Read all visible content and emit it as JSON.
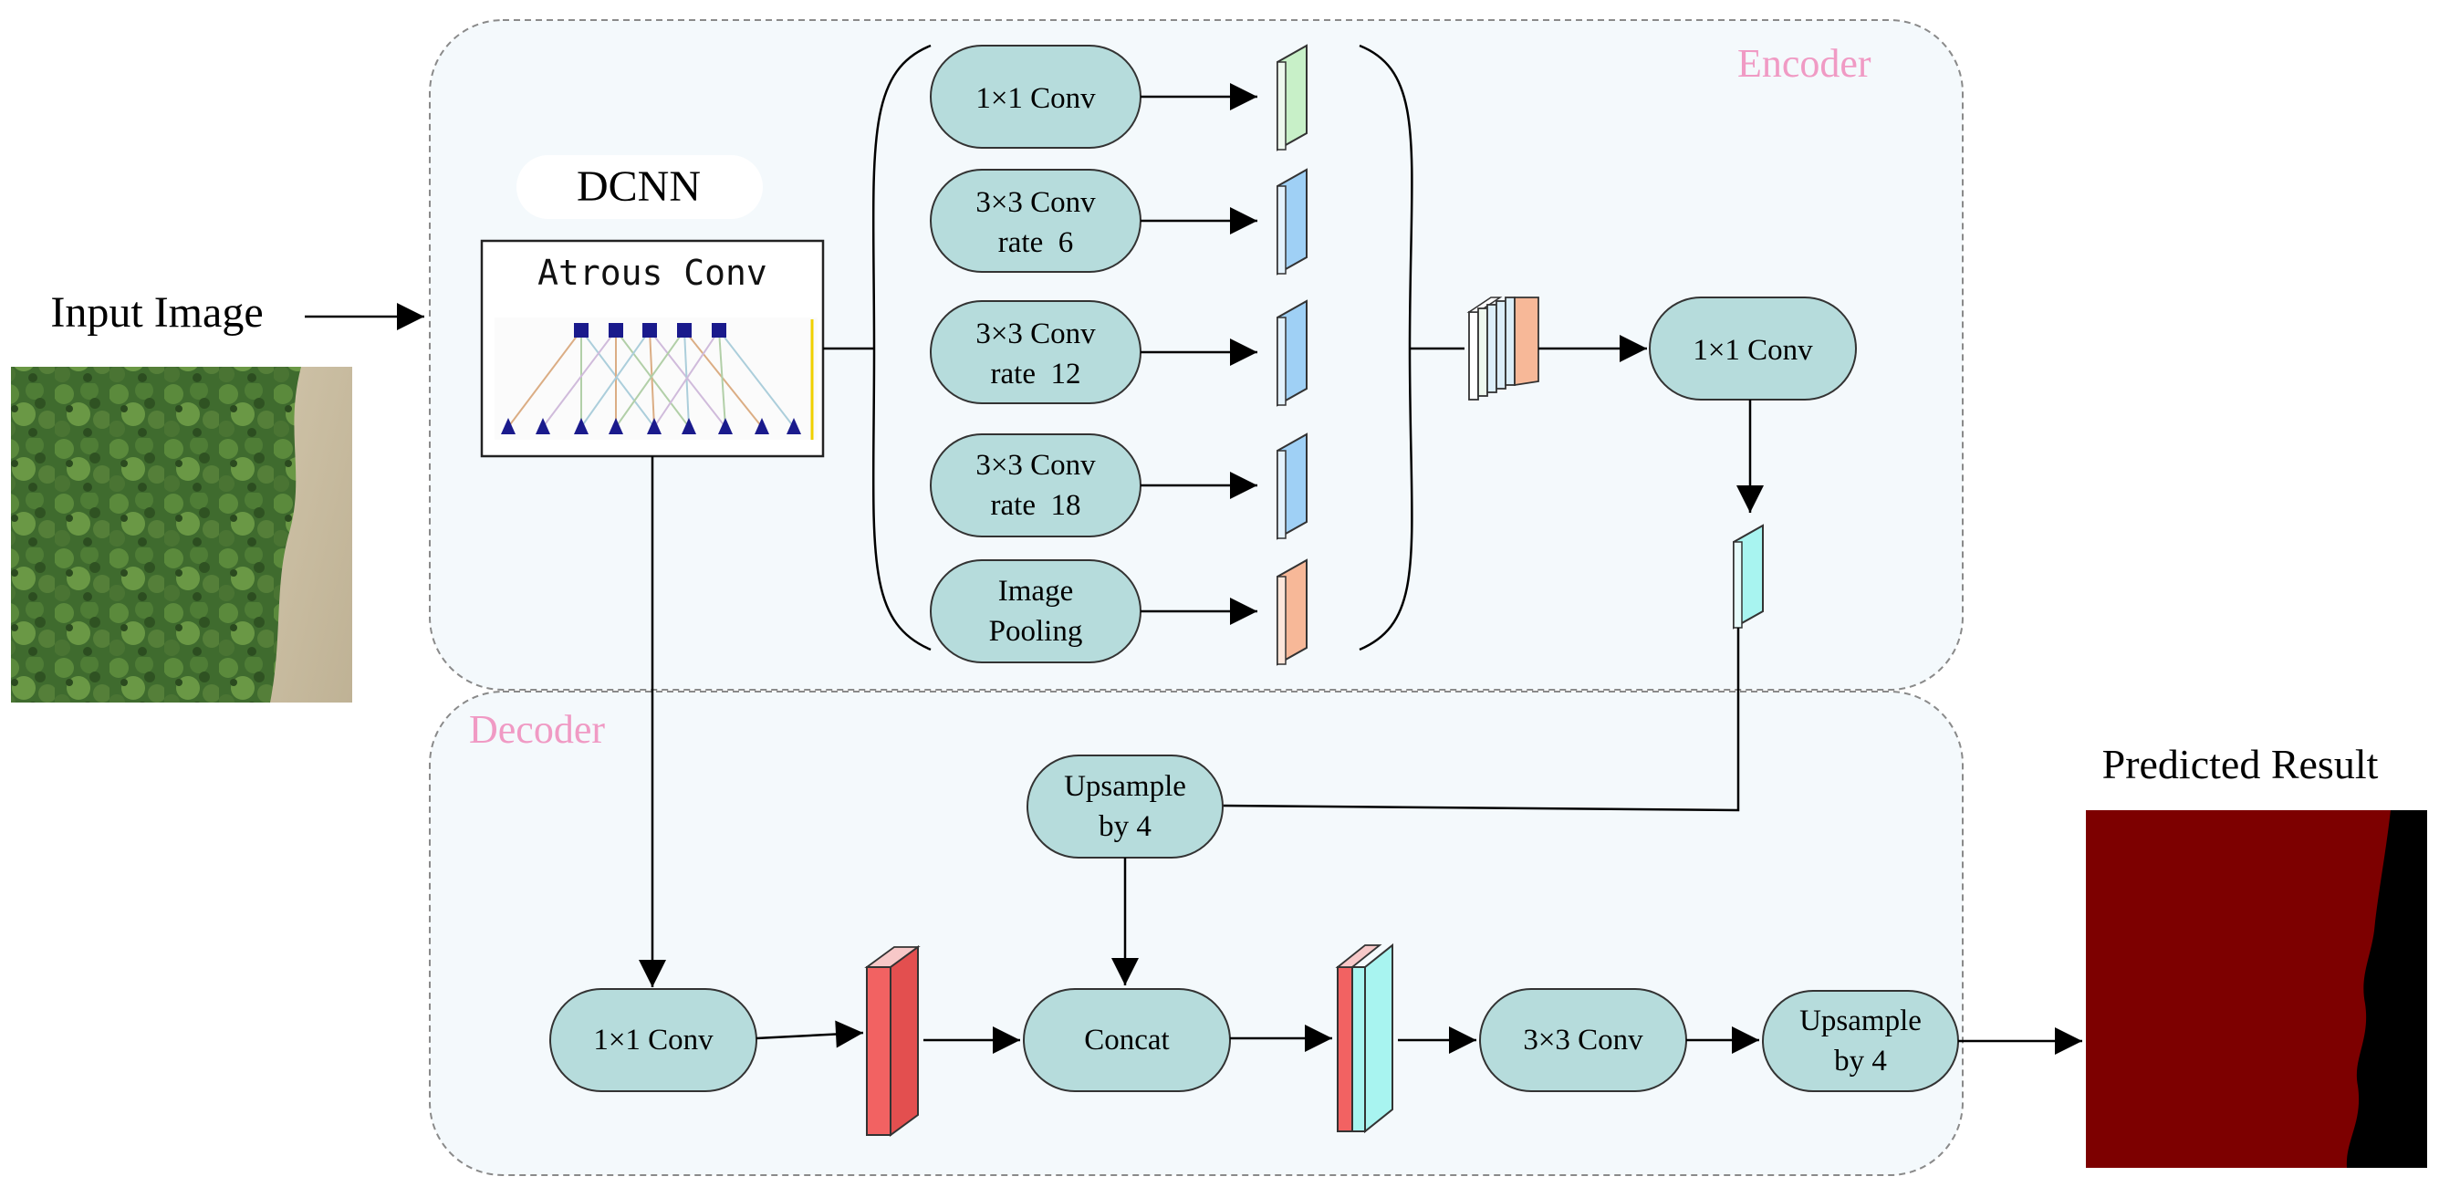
{
  "colors": {
    "panel_fill": "#f4f9fc",
    "node_fill": "#b6dcdc",
    "section_label": "#f09ac4",
    "predicted_fg": "#7d0000",
    "predicted_bg": "#000000",
    "feat_green": "#c8f0c8",
    "feat_blue": "#9fd0f5",
    "feat_orange": "#f7b898",
    "feat_cyan": "#a8f4f0",
    "feat_red": "#f26262"
  },
  "labels": {
    "input_image": "Input Image",
    "predicted_result": "Predicted Result",
    "encoder": "Encoder",
    "decoder": "Decoder",
    "dcnn": "DCNN",
    "atrous_conv": "Atrous Conv"
  },
  "aspp": {
    "conv1x1": "1×1 Conv",
    "conv3x3_r6": [
      "3×3 Conv",
      "rate  6"
    ],
    "conv3x3_r12": [
      "3×3 Conv",
      "rate  12"
    ],
    "conv3x3_r18": [
      "3×3 Conv",
      "rate  18"
    ],
    "image_pooling": [
      "Image",
      "Pooling"
    ]
  },
  "encoder_nodes": {
    "conv1x1": "1×1 Conv"
  },
  "decoder_nodes": {
    "upsample_mid": [
      "Upsample",
      "by 4"
    ],
    "conv1x1": "1×1 Conv",
    "concat": "Concat",
    "conv3x3": "3×3 Conv",
    "upsample_out": [
      "Upsample",
      "by 4"
    ]
  },
  "icons": {
    "input_image": "aerial-forest-image",
    "predicted_result": "segmentation-mask-image",
    "atrous": "atrous-convolution-icon"
  }
}
